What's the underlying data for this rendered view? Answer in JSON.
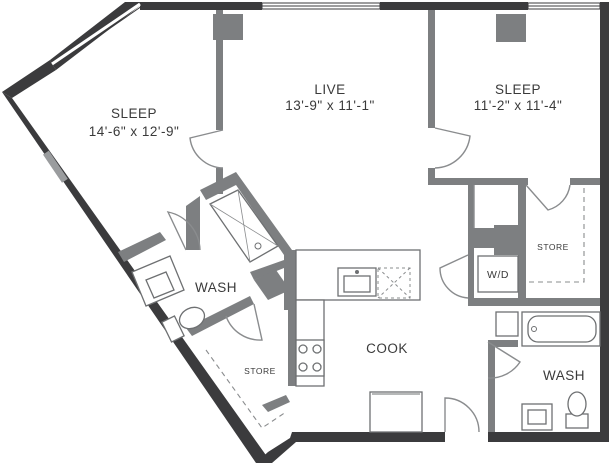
{
  "rooms": {
    "sleep_left": {
      "name": "SLEEP",
      "dims": "14'-6\" x 12'-9\""
    },
    "live": {
      "name": "LIVE",
      "dims": "13'-9\" x 11'-1\""
    },
    "sleep_right": {
      "name": "SLEEP",
      "dims": "11'-2\" x 11'-4\""
    },
    "wash_left": {
      "name": "WASH"
    },
    "wash_right": {
      "name": "WASH"
    },
    "cook": {
      "name": "COOK"
    },
    "store_left": {
      "name": "STORE"
    },
    "store_right": {
      "name": "STORE"
    },
    "laundry": {
      "name": "W/D"
    }
  },
  "colors": {
    "exterior_wall": "#3b3b3d",
    "interior_wall": "#7d7f81",
    "fixture_stroke": "#6e7072"
  }
}
